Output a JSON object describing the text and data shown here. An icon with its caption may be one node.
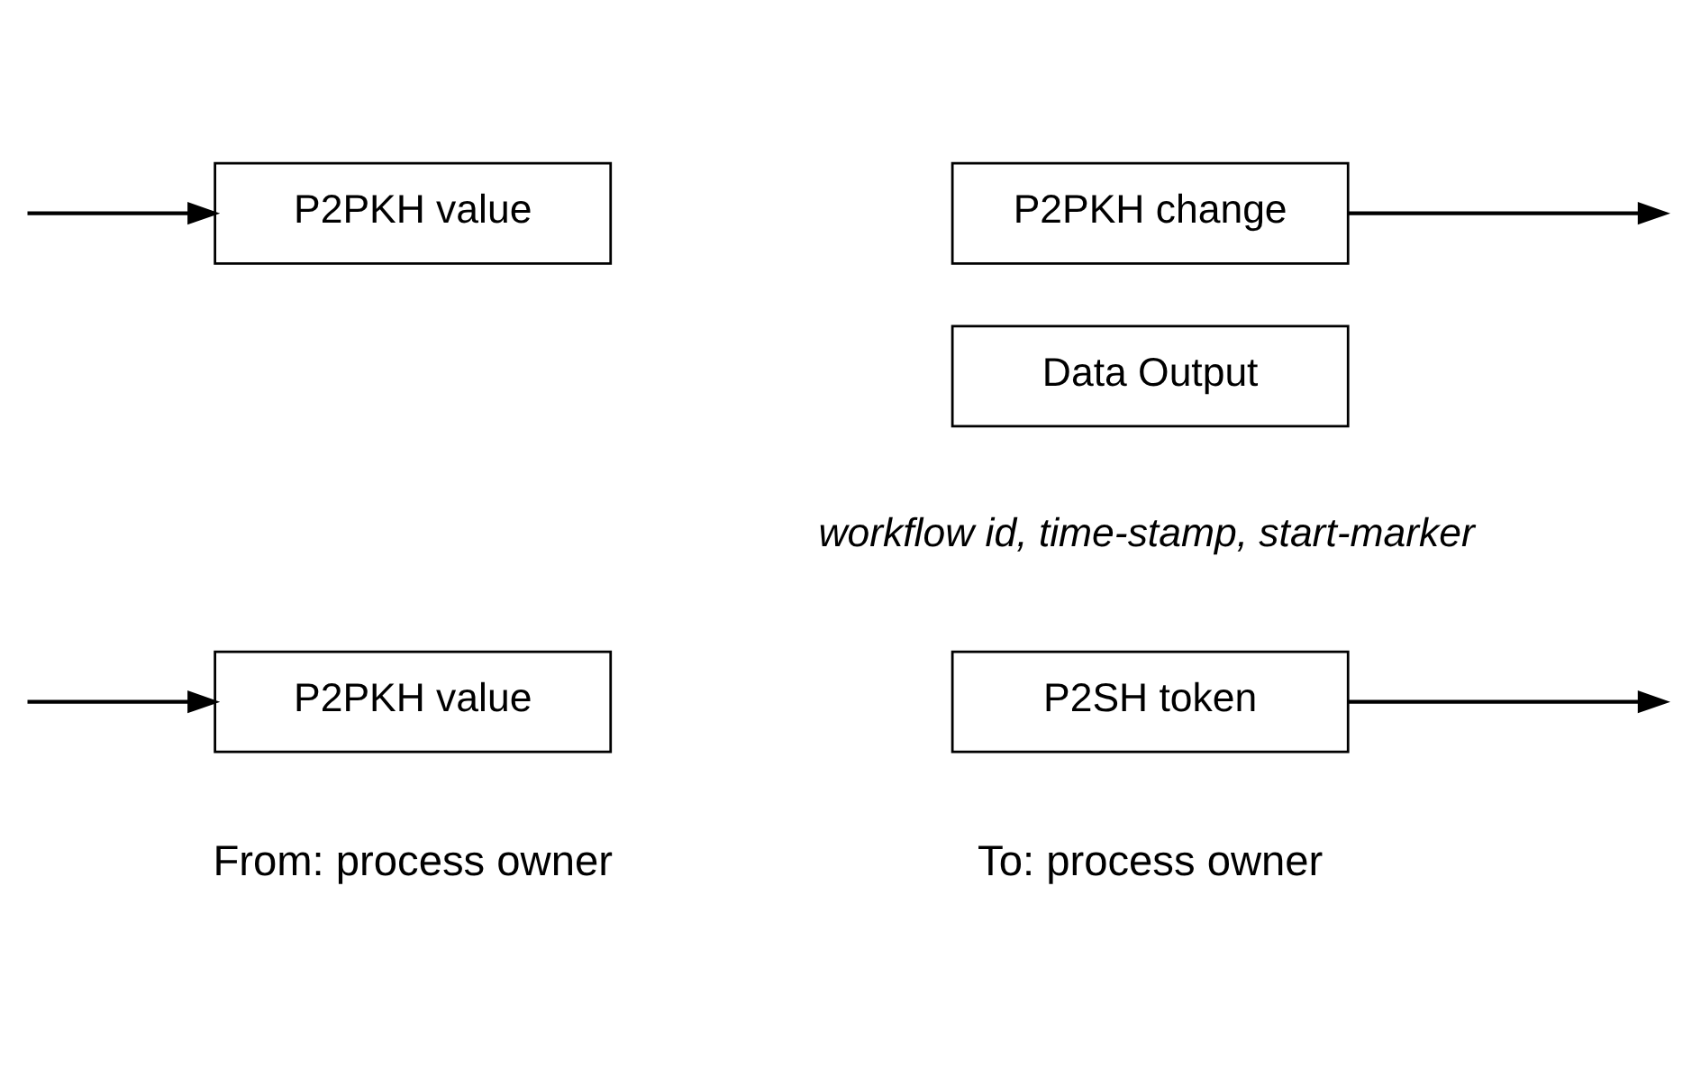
{
  "diagram": {
    "nodes": [
      {
        "text": [
          "P2PKH value"
        ]
      },
      {
        "text": [
          "P2SH token"
        ]
      },
      {
        "text": [
          "Data Output"
        ],
        "beside": [
          "workflow id, time-stamp, start-marker"
        ]
      },
      {
        "text": [
          "P2PKH value"
        ]
      },
      {
        "text": [
          "P2PKH change"
        ]
      }
    ],
    "edges": [
      {
        "from": null,
        "to": 0,
        "arrow": "to"
      },
      {
        "from": 1,
        "to": null,
        "arrow": "to"
      },
      {
        "from": null,
        "to": 3,
        "arrow": "to"
      },
      {
        "from": 4,
        "to": null,
        "arrow": "to"
      }
    ],
    "labels": [
      "From: process owner",
      "To: process owner"
    ]
  }
}
